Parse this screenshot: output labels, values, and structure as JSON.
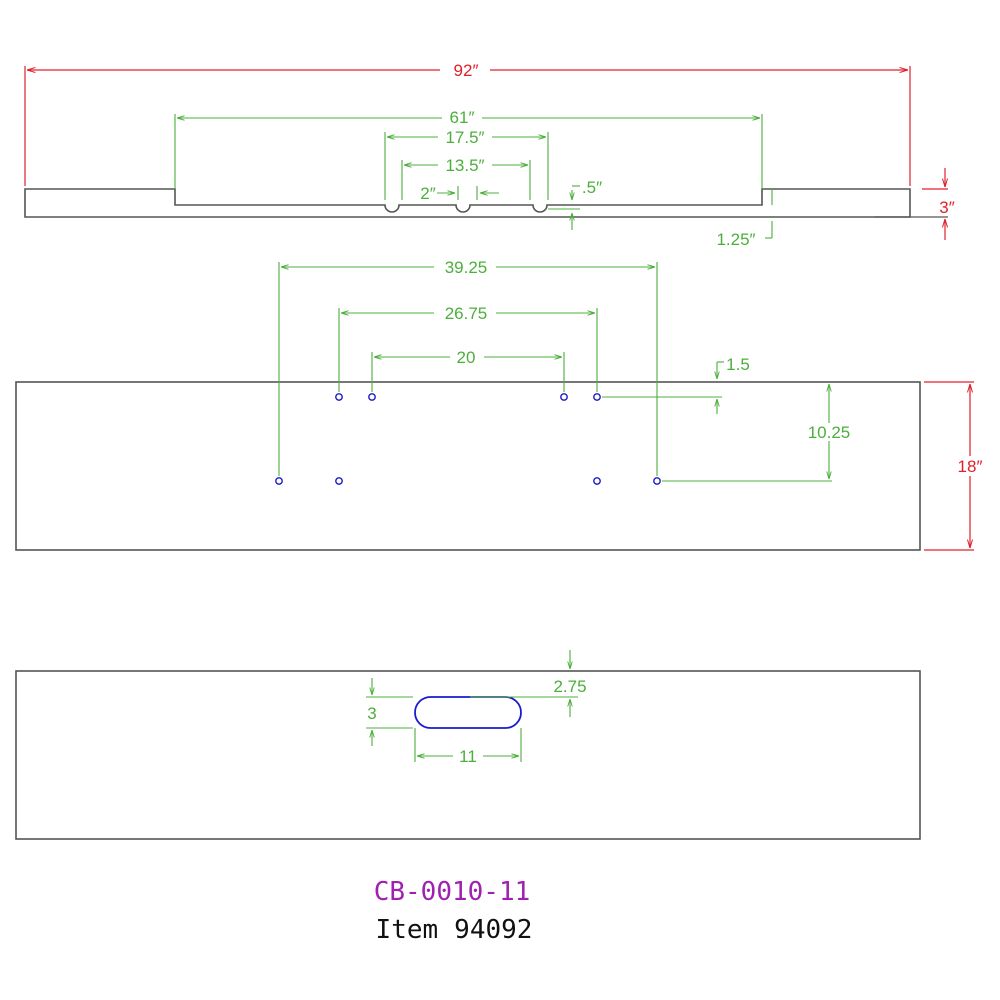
{
  "colors": {
    "outline": "#555555",
    "major_dimension": "#e0202a",
    "minor_dimension": "#4caf3c",
    "holes": "#1a1acc",
    "part_number": "#a020b0",
    "item_text": "#111111"
  },
  "top_view": {
    "overall_length": "92″",
    "center_section": "61″",
    "outer_hole_span": "17.5″",
    "inner_hole_span": "13.5″",
    "notch_spacing": "2″",
    "notch_depth": ".5″",
    "height": "3″",
    "step_height": "1.25″"
  },
  "front_view": {
    "outer_span": "39.25",
    "middle_span": "26.75",
    "inner_span": "20",
    "top_offset": "1.5",
    "vertical_spacing": "10.25",
    "height": "18″"
  },
  "bottom_view": {
    "slot_offset": "2.75",
    "slot_height": "3",
    "slot_length": "11"
  },
  "title_block": {
    "part_number": "CB-0010-11",
    "item_label": "Item",
    "item_number": "94092"
  }
}
